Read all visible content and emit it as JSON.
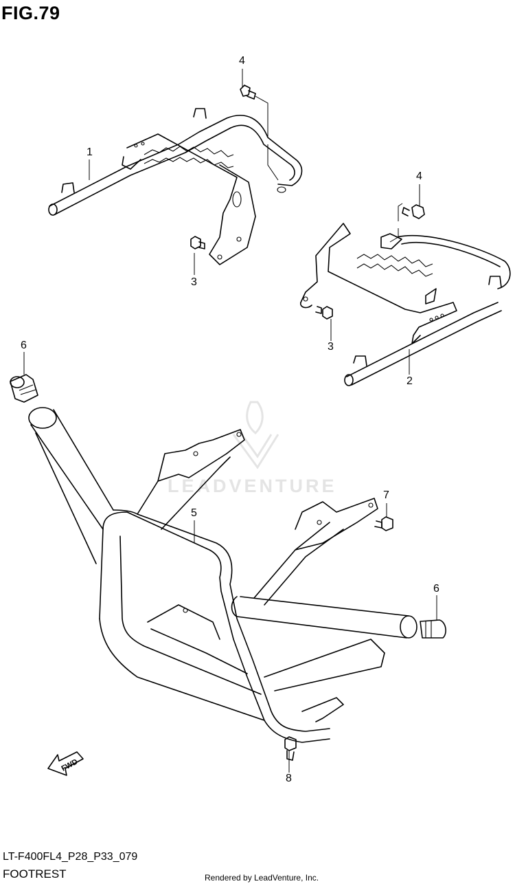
{
  "figure": {
    "title": "FIG.79",
    "code": "LT-F400FL4_P28_P33_079",
    "name": "FOOTREST",
    "rendered_by": "Rendered by LeadVenture, Inc.",
    "watermark": "LEADVENTURE",
    "fwd_label": "FWD"
  },
  "callouts": [
    {
      "id": "1",
      "label": "1"
    },
    {
      "id": "2",
      "label": "2"
    },
    {
      "id": "3a",
      "label": "3"
    },
    {
      "id": "3b",
      "label": "3"
    },
    {
      "id": "4a",
      "label": "4"
    },
    {
      "id": "4b",
      "label": "4"
    },
    {
      "id": "5",
      "label": "5"
    },
    {
      "id": "6a",
      "label": "6"
    },
    {
      "id": "6b",
      "label": "6"
    },
    {
      "id": "7",
      "label": "7"
    },
    {
      "id": "8",
      "label": "8"
    }
  ]
}
